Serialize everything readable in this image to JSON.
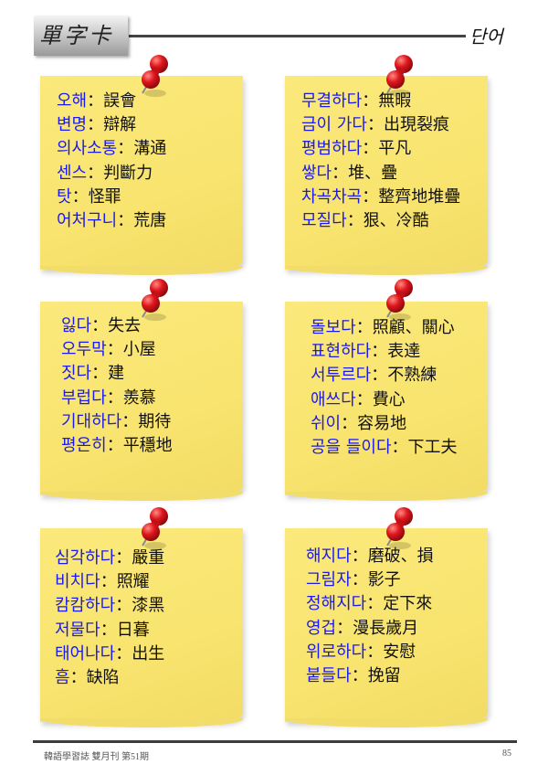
{
  "header": {
    "title": "單字卡",
    "section": "단어"
  },
  "colors": {
    "korean": "#1a1aee",
    "note": "#f8e46e",
    "pin": "#d0141c"
  },
  "notes": [
    {
      "entries": [
        {
          "ko": "오해",
          "zh": "誤會"
        },
        {
          "ko": "변명",
          "zh": "辯解"
        },
        {
          "ko": "의사소통",
          "zh": "溝通"
        },
        {
          "ko": "센스",
          "zh": "判斷力"
        },
        {
          "ko": "탓",
          "zh": "怪罪"
        },
        {
          "ko": "어처구니",
          "zh": "荒唐"
        }
      ]
    },
    {
      "entries": [
        {
          "ko": "무결하다",
          "zh": "無暇"
        },
        {
          "ko": "금이 가다",
          "zh": "出現裂痕"
        },
        {
          "ko": "평범하다",
          "zh": "平凡"
        },
        {
          "ko": "쌓다",
          "zh": "堆、疊"
        },
        {
          "ko": "차곡차곡",
          "zh": "整齊地堆疊"
        },
        {
          "ko": "모질다",
          "zh": "狠、冷酷"
        }
      ]
    },
    {
      "entries": [
        {
          "ko": "잃다",
          "zh": "失去"
        },
        {
          "ko": "오두막",
          "zh": "小屋"
        },
        {
          "ko": "짓다",
          "zh": "建"
        },
        {
          "ko": "부럽다",
          "zh": "羨慕"
        },
        {
          "ko": "기대하다",
          "zh": "期待"
        },
        {
          "ko": "평온히",
          "zh": "平穩地"
        }
      ]
    },
    {
      "entries": [
        {
          "ko": "돌보다",
          "zh": "照顧、關心"
        },
        {
          "ko": "표현하다",
          "zh": "表達"
        },
        {
          "ko": "서투르다",
          "zh": "不熟練"
        },
        {
          "ko": "애쓰다",
          "zh": "費心"
        },
        {
          "ko": "쉬이",
          "zh": "容易地"
        },
        {
          "ko": "공을 들이다",
          "zh": "下工夫"
        }
      ]
    },
    {
      "entries": [
        {
          "ko": "심각하다",
          "zh": "嚴重"
        },
        {
          "ko": "비치다",
          "zh": "照耀"
        },
        {
          "ko": "캄캄하다",
          "zh": "漆黑"
        },
        {
          "ko": "저물다",
          "zh": "日暮"
        },
        {
          "ko": "태어나다",
          "zh": "出生"
        },
        {
          "ko": "흠",
          "zh": "缺陷"
        }
      ]
    },
    {
      "entries": [
        {
          "ko": "해지다",
          "zh": "磨破、損"
        },
        {
          "ko": "그림자",
          "zh": "影子"
        },
        {
          "ko": "정해지다",
          "zh": "定下來"
        },
        {
          "ko": "영겁",
          "zh": "漫長歲月"
        },
        {
          "ko": "위로하다",
          "zh": "安慰"
        },
        {
          "ko": "붙들다",
          "zh": "挽留"
        }
      ]
    }
  ],
  "separator": "：",
  "footer": {
    "text": "韓語學習誌 雙月刊 第51期",
    "page": "85"
  }
}
